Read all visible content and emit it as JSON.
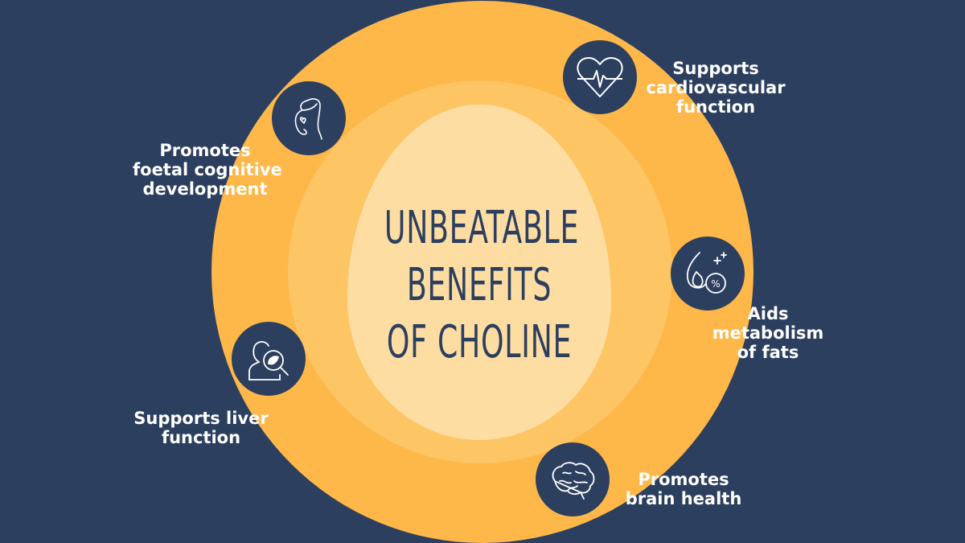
{
  "title": {
    "line1": "UNBEATABLE",
    "line2": "BENEFITS",
    "line3": "OF CHOLINE"
  },
  "colors": {
    "background": "#2c3f5f",
    "outer_ring": "#feb84a",
    "middle_ring": "#fec565",
    "inner_egg": "#fedda3"
  },
  "benefits": [
    {
      "icon": "heart-pulse-icon",
      "line1": "Supports",
      "line2": "cardiovascular",
      "line3": "function"
    },
    {
      "icon": "pregnant-woman-icon",
      "line1": "Promotes",
      "line2": "foetal cognitive",
      "line3": "development"
    },
    {
      "icon": "fat-metabolism-icon",
      "line1": "Aids",
      "line2": "metabolism",
      "line3": "of fats"
    },
    {
      "icon": "liver-magnifier-icon",
      "line1": "Supports liver",
      "line2": "function"
    },
    {
      "icon": "brain-icon",
      "line1": "Promotes",
      "line2": "brain health"
    }
  ]
}
